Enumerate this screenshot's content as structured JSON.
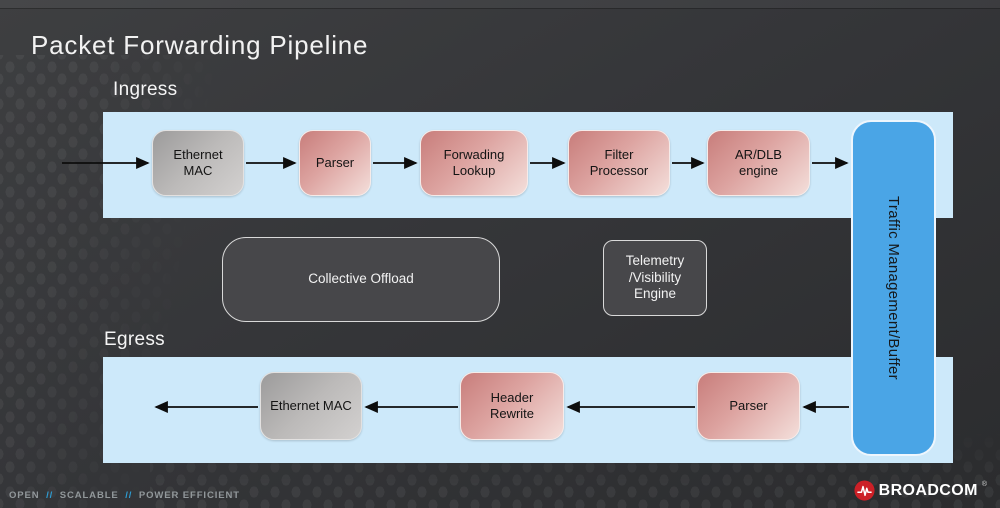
{
  "slide": {
    "title": "Packet Forwarding Pipeline"
  },
  "ingress": {
    "label": "Ingress",
    "boxes": [
      {
        "label": "Ethernet\nMAC",
        "type": "gray"
      },
      {
        "label": "Parser",
        "type": "pink"
      },
      {
        "label": "Forwading\nLookup",
        "type": "pink"
      },
      {
        "label": "Filter\nProcessor",
        "type": "pink"
      },
      {
        "label": "AR/DLB\nengine",
        "type": "pink"
      }
    ]
  },
  "egress": {
    "label": "Egress",
    "boxes": [
      {
        "label": "Ethernet MAC",
        "type": "gray"
      },
      {
        "label": "Header\nRewrite",
        "type": "pink"
      },
      {
        "label": "Parser",
        "type": "pink"
      }
    ]
  },
  "middle": {
    "collective_offload": "Collective Offload",
    "telemetry_engine": "Telemetry\n/Visibility\nEngine"
  },
  "traffic_box": "Traffic Management/Buffer",
  "footer": {
    "words": [
      "OPEN",
      "SCALABLE",
      "POWER EFFICIENT"
    ],
    "separator": "//"
  },
  "logo": {
    "text": "BROADCOM",
    "reg_mark": "®"
  },
  "colors": {
    "background": "#333436",
    "band_blue": "#cde9fa",
    "traffic_blue": "#4aa5e6",
    "pink_gradient_start": "#c87d7b",
    "pink_gradient_end": "#f4dfdb",
    "gray_gradient_start": "#9c9b9b",
    "gray_gradient_end": "#d3d1d0",
    "dark_box": "#47474a",
    "accent_blue": "#2e9ed4",
    "broadcom_red": "#cc2027",
    "arrow": "#0d0d0d"
  }
}
